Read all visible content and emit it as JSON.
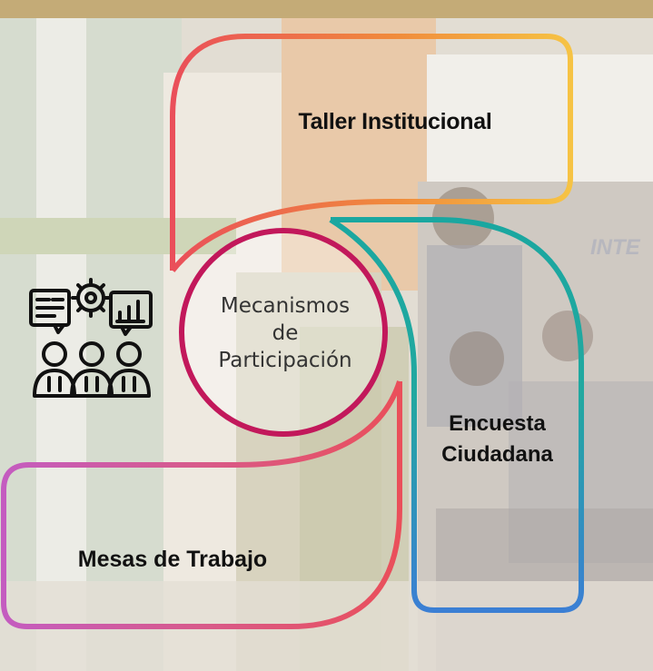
{
  "center": {
    "lines": [
      "Mecanismos",
      "de",
      "Participación"
    ]
  },
  "items": {
    "taller": "Taller Institucional",
    "encuesta_line1": "Encuesta",
    "encuesta_line2": "Ciudadana",
    "mesas": "Mesas de Trabajo"
  },
  "watermark_text": "INTE",
  "icon": "team-meeting-gear-chart-icon",
  "colors": {
    "orange": "#f08a3c",
    "yellow": "#f6c344",
    "red": "#ea4f5a",
    "magenta": "#c2185b",
    "teal": "#1aa7a0",
    "blue": "#3b7fd4",
    "pink": "#d05598",
    "purple": "#c45cc0"
  }
}
